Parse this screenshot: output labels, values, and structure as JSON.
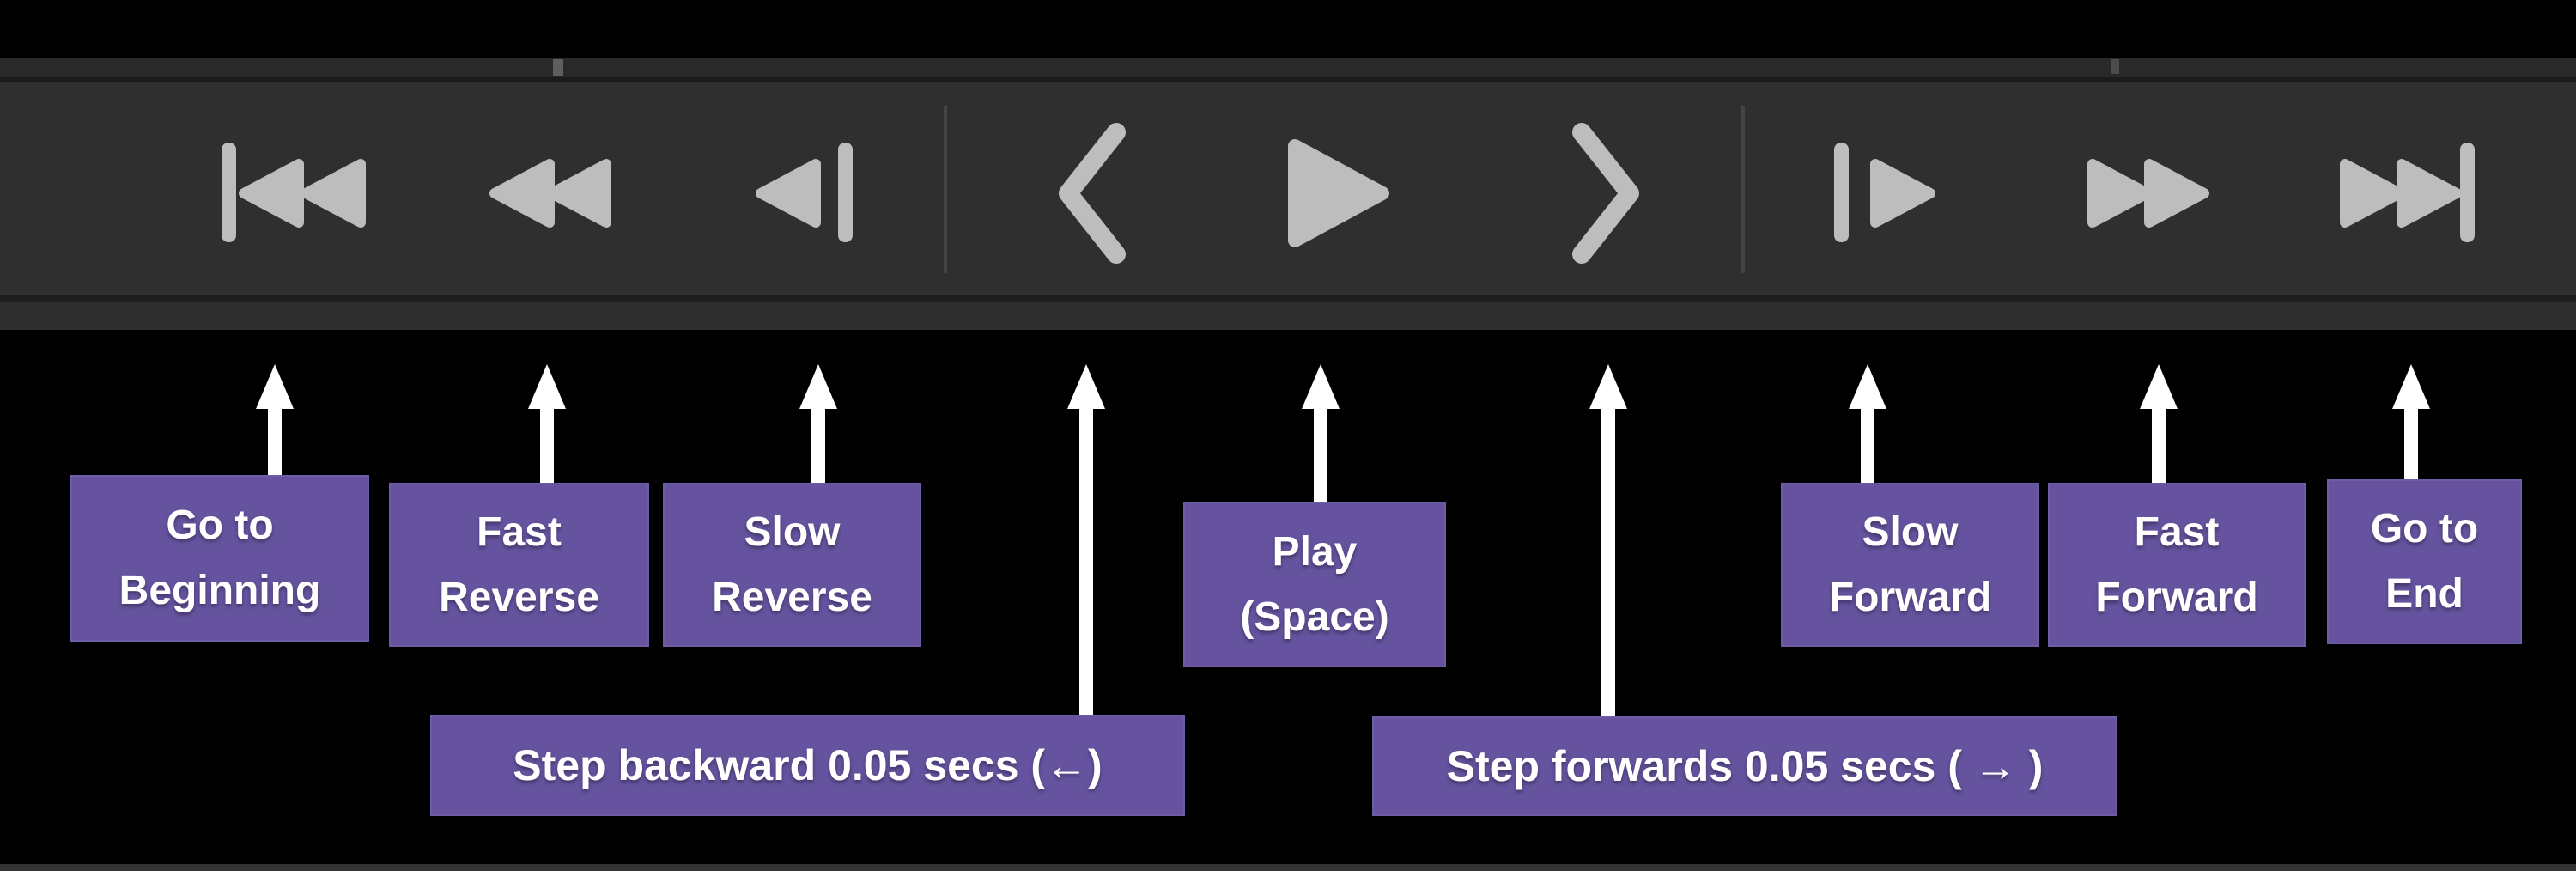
{
  "colors": {
    "accent": "#65539f",
    "label_bg": "#65539f",
    "label_text": "#ffffff",
    "icon_color": "#bdbdbd",
    "arrow_color": "#ffffff",
    "toolbar_bg": "#2f2f2f",
    "canvas_bg": "#000000"
  },
  "toolbar": {
    "buttons": [
      {
        "name": "go-to-beginning",
        "icon": "skip-to-start-icon"
      },
      {
        "name": "fast-reverse",
        "icon": "double-triangle-left-icon"
      },
      {
        "name": "slow-reverse",
        "icon": "triangle-left-bar-icon"
      },
      {
        "name": "step-backward",
        "icon": "chevron-left-icon"
      },
      {
        "name": "play",
        "icon": "play-triangle-icon"
      },
      {
        "name": "step-forward",
        "icon": "chevron-right-icon"
      },
      {
        "name": "slow-forward",
        "icon": "bar-triangle-right-icon"
      },
      {
        "name": "fast-forward",
        "icon": "double-triangle-right-icon"
      },
      {
        "name": "go-to-end",
        "icon": "skip-to-end-icon"
      }
    ]
  },
  "labels": {
    "go_to_beginning": {
      "line1": "Go to",
      "line2": "Beginning"
    },
    "fast_reverse": {
      "line1": "Fast",
      "line2": "Reverse"
    },
    "slow_reverse": {
      "line1": "Slow",
      "line2": "Reverse"
    },
    "play": {
      "line1": "Play",
      "line2": "(Space)"
    },
    "slow_forward": {
      "line1": "Slow",
      "line2": "Forward"
    },
    "fast_forward": {
      "line1": "Fast",
      "line2": "Forward"
    },
    "go_to_end": {
      "line1": "Go to",
      "line2": "End"
    },
    "step_backward": {
      "text": "Step backward 0.05 secs (←)"
    },
    "step_forwards": {
      "text": "Step forwards 0.05 secs ( → )"
    }
  }
}
